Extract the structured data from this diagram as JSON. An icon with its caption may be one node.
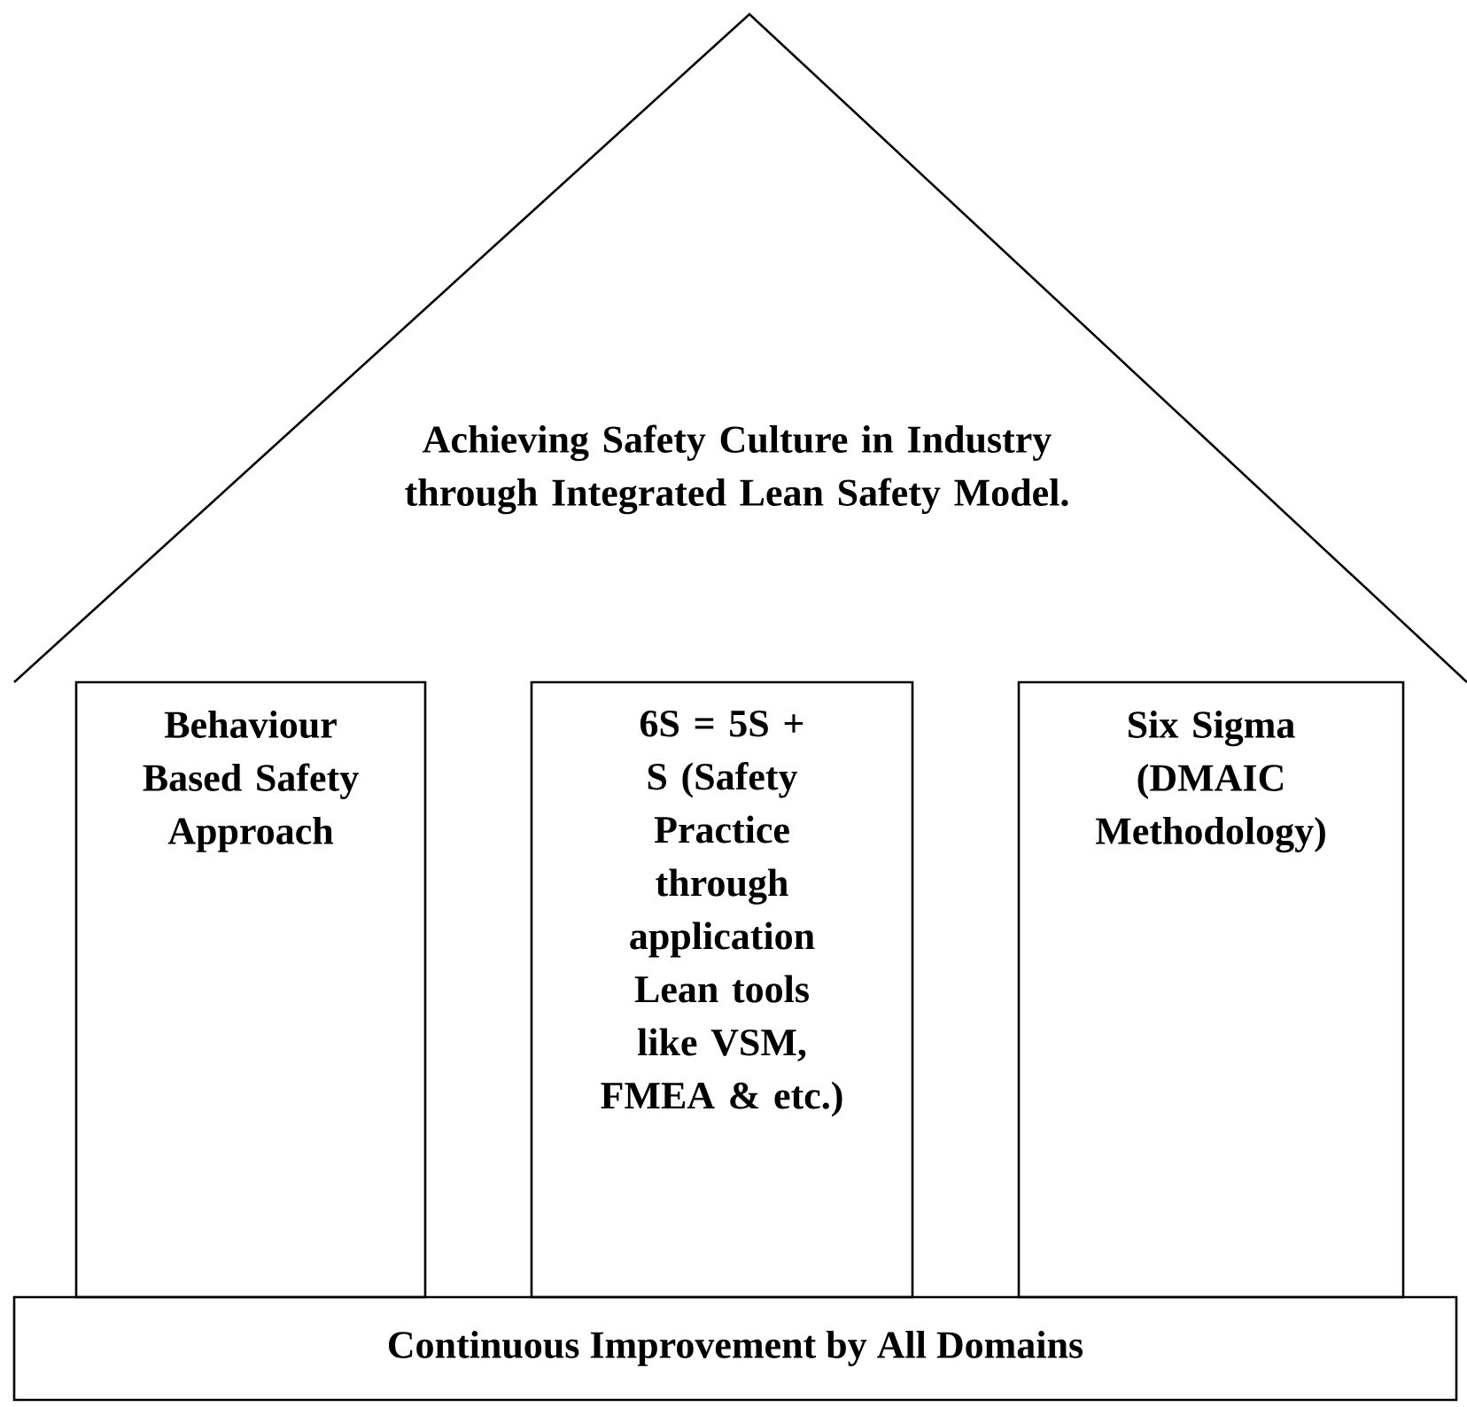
{
  "diagram": {
    "nodes": [
      {
        "text": [
          "Achieving Safety Culture in Industry through Integrated Lean Safety Model."
        ]
      },
      {
        "text": [
          "Behaviour Based Safety Approach"
        ]
      },
      {
        "text": [
          "6S = 5S + S (Safety Practice through application Lean tools like VSM, FMEA & etc.)"
        ]
      },
      {
        "text": [
          "Six Sigma (DMAIC Methodology)"
        ]
      },
      {
        "text": [
          "Continuous Improvement by All Domains"
        ]
      }
    ]
  }
}
